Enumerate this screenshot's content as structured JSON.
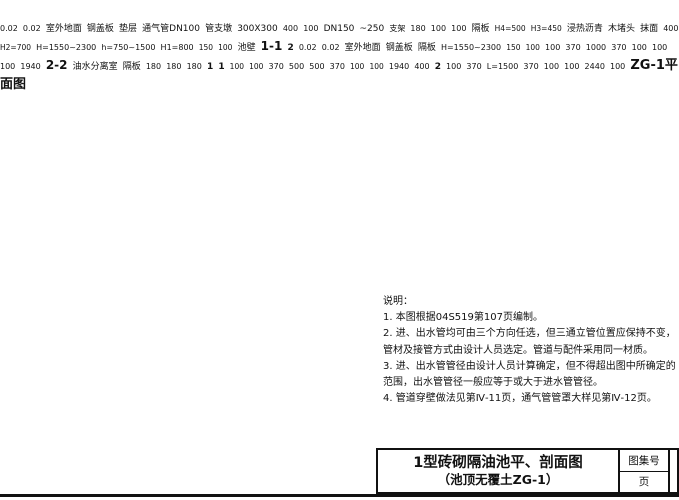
{
  "palette": {
    "ink": "#1d1d1d",
    "paper": "#ffffff"
  },
  "s11": {
    "title": "1-1",
    "marker2": "2",
    "labels": {
      "vent": "通气管DN100",
      "steel_cover": "钢盖板",
      "ground": "室外地面",
      "slope": "0.02",
      "pier_l1": "管支墩",
      "pier_l2": "300X300",
      "dn_l1": "DN150",
      "dn_l2": "~250",
      "tank_wall": "池壁",
      "plug_l1": "浸热沥青",
      "plug_l2": "木堵头",
      "plaster": "抹面",
      "bracket": "支架",
      "baffle": "隔板",
      "cushion": "垫层"
    },
    "dims": {
      "H": "H=1550~2300",
      "h": "h=750~1500",
      "H1": "H1=800",
      "H2": "H2=700",
      "H3": "H3=450",
      "H4": "H4=500",
      "d400": "400",
      "d100": "100",
      "d180": "180",
      "slab": "150",
      "cush": "100"
    }
  },
  "s22": {
    "title": "2-2",
    "labels": {
      "steel_cover": "钢盖板",
      "ground": "室外地面",
      "slope": "0.02",
      "baffle": "隔板"
    },
    "dims": {
      "H": "H=1550~2300",
      "slab": "150",
      "cush": "100",
      "row1": [
        "100",
        "370",
        "1000",
        "370",
        "100"
      ],
      "row2": [
        "100",
        "100"
      ],
      "overall": "1940"
    }
  },
  "plan": {
    "title": "ZG-1平面图",
    "labels": {
      "room": "油水分离室",
      "baffle": "隔板"
    },
    "markers": {
      "m1": "1",
      "m2": "2"
    },
    "dims": {
      "left": [
        "100",
        "370",
        "500",
        "500",
        "370",
        "100"
      ],
      "left_cushion": "100",
      "left_overall": "1940",
      "row1": [
        "100",
        "370",
        "L=1500",
        "370",
        "100"
      ],
      "row2": [
        "100",
        "2440",
        "100"
      ],
      "d400": "400",
      "d180": "180"
    }
  },
  "notes": {
    "heading": "说明：",
    "items": [
      "1. 本图根据04S519第107页编制。",
      "2. 进、出水管均可由三个方向任选，但三通立管位置应保持不变，管材及接管方式由设计人员选定。管道与配件采用同一材质。",
      "3. 进、出水管管径由设计人员计算确定，但不得超出图中所确定的范围，出水管管径一般应等于或大于进水管管径。",
      "4. 管道穿壁做法见第Ⅳ-11页，通气管管罩大样见第Ⅳ-12页。"
    ]
  },
  "titleblock": {
    "line1": "1型砖砌隔油池平、剖面图",
    "line2": "（池顶无覆土ZG-1）",
    "atlas_label": "图集号",
    "page_label": "页"
  }
}
